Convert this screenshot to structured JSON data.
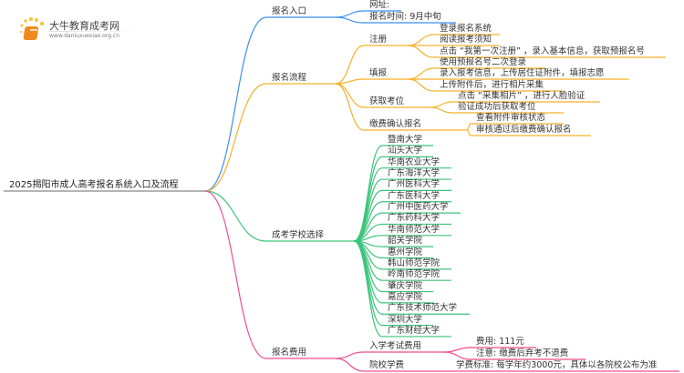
{
  "logo": {
    "name": "大牛教育成考网",
    "url": "www.daniuxuexiao.org.cn"
  },
  "root": "2025揭阳市成人高考报名系统入口及流程",
  "colors": {
    "entry": "#3b8ff0",
    "process": "#f5b02a",
    "schools": "#3cc47a",
    "fees": "#ee4d8e"
  },
  "entry": {
    "label": "报名入口",
    "items": [
      "网址:",
      "报名时间: 9月中旬"
    ]
  },
  "process": {
    "label": "报名流程",
    "steps": [
      {
        "label": "注册",
        "items": [
          "登录报名系统",
          "阅读报考须知",
          "点击 “我第一次注册” ，录入基本信息，获取预报名号"
        ]
      },
      {
        "label": "填报",
        "items": [
          "使用预报名号二次登录",
          "录入报考信息，上传居住证附件，填报志愿",
          "上传附件后，进行相片采集"
        ]
      },
      {
        "label": "获取考位",
        "items": [
          "点击 “采集相片” ，进行人脸验证",
          "验证成功后获取考位"
        ]
      },
      {
        "label": "缴费确认报名",
        "items": [
          "查看附件审核状态",
          "审核通过后缴费确认报名"
        ]
      }
    ]
  },
  "schools": {
    "label": "成考学校选择",
    "items": [
      "暨南大学",
      "汕头大学",
      "华南农业大学",
      "广东海洋大学",
      "广州医科大学",
      "广东医科大学",
      "广州中医药大学",
      "广东药科大学",
      "华南师范大学",
      "韶关学院",
      "惠州学院",
      "韩山师范学院",
      "岭南师范学院",
      "肇庆学院",
      "嘉应学院",
      "广东技术师范大学",
      "深圳大学",
      "广东财经大学"
    ]
  },
  "fees": {
    "label": "报名费用",
    "groups": [
      {
        "label": "入学考试费用",
        "items": [
          "费用: 111元",
          "注意: 缴费后弃考不退费"
        ]
      },
      {
        "label": "院校学费",
        "items": [
          "学费标准: 每学年约3000元，具体以各院校公布为准"
        ]
      }
    ]
  }
}
